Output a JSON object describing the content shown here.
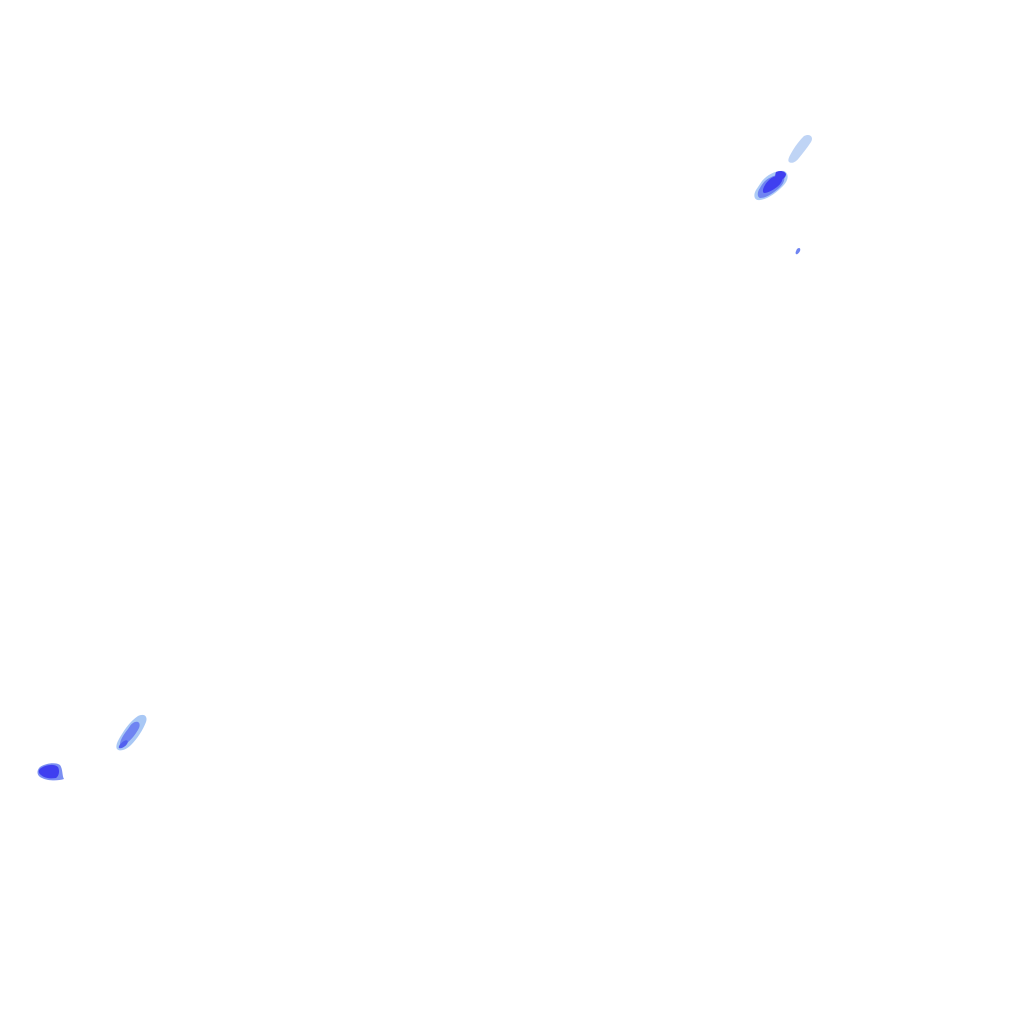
{
  "map": {
    "background": "#ffffff",
    "layer_type": "precipitation-radar-overlay",
    "intensity_colors": {
      "light": "#a9c8f5",
      "moderate": "#6f84f2",
      "heavy": "#3f3ff0",
      "edge": "#bcd2f4"
    },
    "echo_clusters": [
      {
        "id": "northeast-band",
        "intensity": "heavy"
      },
      {
        "id": "northeast-speck",
        "intensity": "moderate"
      },
      {
        "id": "southwest-band",
        "intensity": "moderate"
      },
      {
        "id": "southwest-blob",
        "intensity": "heavy"
      }
    ]
  }
}
